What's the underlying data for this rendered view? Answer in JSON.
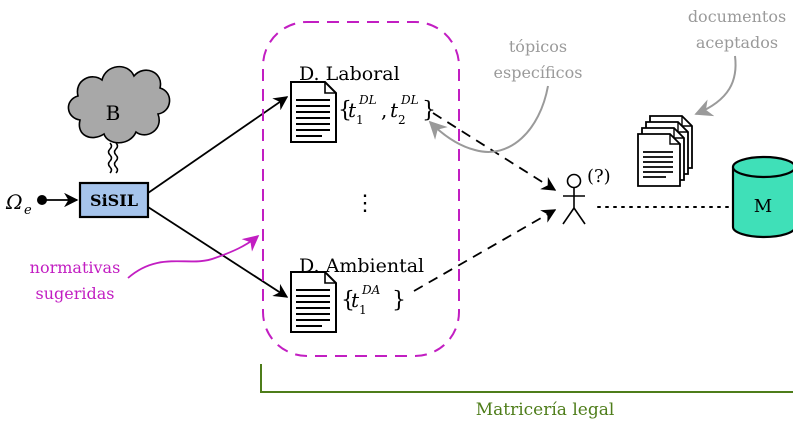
{
  "nodes": {
    "b_cloud": "B",
    "sisil": "SiSIL",
    "omega_base": "Ω",
    "omega_sub": "e",
    "doc_laboral": "D. Laboral",
    "doc_ambiental": "D. Ambiental",
    "vdots": "⋮",
    "question": "(?)",
    "db": "M"
  },
  "topics": {
    "open": "{",
    "close": "}",
    "comma": ",",
    "t": "t",
    "laboral": [
      {
        "sub": "1",
        "sup": "DL"
      },
      {
        "sub": "2",
        "sup": "DL"
      }
    ],
    "ambiental": [
      {
        "sub": "1",
        "sup": "DA"
      }
    ]
  },
  "annotations": {
    "topicos_line1": "tópicos",
    "topicos_line2": "específicos",
    "docs_line1": "documentos",
    "docs_line2": "aceptados",
    "normativas_line1": "normativas",
    "normativas_line2": "sugeridas",
    "matriceria": "Matricería legal"
  },
  "colors": {
    "magenta": "#c21ec2",
    "gray": "#9a9a9a",
    "green": "#4e7d1a",
    "cloud": "#a8a8a8",
    "sisil_fill": "#a6c4ec",
    "db_fill": "#3fe0b8"
  }
}
